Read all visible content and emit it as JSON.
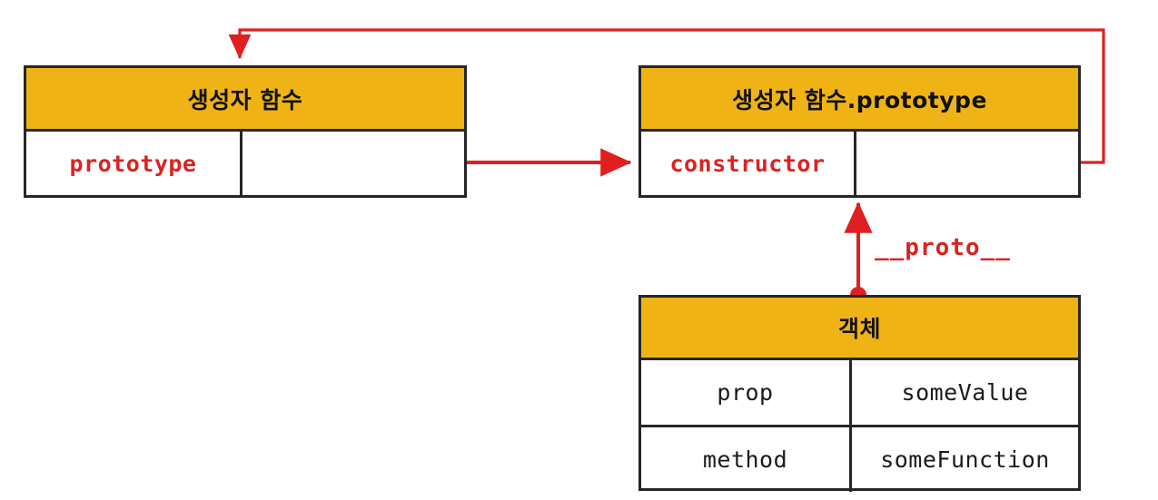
{
  "diagram": {
    "title": "JavaScript prototype relationship diagram",
    "colors": {
      "header_fill": "#efb315",
      "border": "#262626",
      "accent_red": "#dc2222",
      "background": "#ffffff",
      "text": "#1a1a1a"
    },
    "boxes": {
      "constructor_function": {
        "header": "생성자 함수",
        "rows": [
          {
            "key": "prototype",
            "key_style": "red",
            "value": "",
            "value_style": "plain"
          }
        ]
      },
      "prototype_object": {
        "header": "생성자 함수.prototype",
        "rows": [
          {
            "key": "constructor",
            "key_style": "red",
            "value": "",
            "value_style": "plain"
          }
        ]
      },
      "instance_object": {
        "header": "객체",
        "rows": [
          {
            "key": "prop",
            "key_style": "plain",
            "value": "someValue",
            "value_style": "plain"
          },
          {
            "key": "method",
            "key_style": "plain",
            "value": "someFunction",
            "value_style": "plain"
          }
        ]
      }
    },
    "edges": [
      {
        "name": "prototype-to-prototype-object",
        "label": "",
        "from": "constructor_function.prototype value",
        "to": "prototype_object.constructor row"
      },
      {
        "name": "constructor-back-to-constructor-function",
        "label": "",
        "from": "prototype_object.constructor value",
        "to": "constructor_function header"
      },
      {
        "name": "proto-link",
        "label": "__proto__",
        "from": "instance_object header",
        "to": "prototype_object.constructor row"
      }
    ]
  }
}
